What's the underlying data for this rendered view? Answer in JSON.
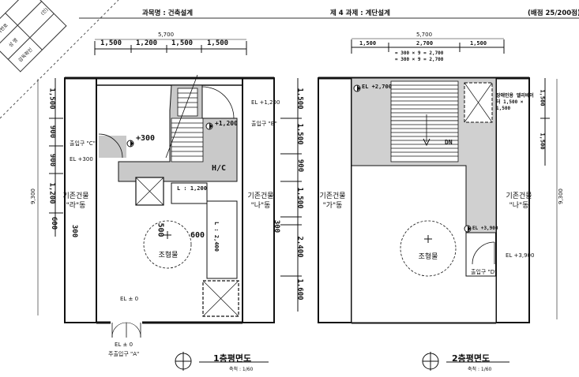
{
  "header": {
    "course": "과목명 : 건축설계",
    "task": "제 4 과제 : 계단설계",
    "points": "(배점 25/200점)"
  },
  "stamp": {
    "exam_no": "응시번호",
    "name": "성 명",
    "check": "감독확인",
    "seal": "(인)"
  },
  "plan1": {
    "title": "1층평면도",
    "scale": "축척 : 1/60",
    "total_width": "5,700",
    "total_height": "9,300",
    "top_dims": [
      "1,500",
      "1,200",
      "1,500",
      "1,500"
    ],
    "right_dims": [
      "1,500",
      "1,500",
      "900",
      "1,500",
      "300",
      "2,400",
      "1,600"
    ],
    "left_dims": [
      "1,500",
      "900",
      "900",
      "1,200",
      "600",
      "300"
    ],
    "el_top": "EL +1,200",
    "exit_b": "출입구 \"B\"",
    "exit_c": "출입구 \"C\"",
    "el_300": "EL +300",
    "el_0": "EL ± 0",
    "el_0_bottom": "EL ± 0",
    "main_exit": "주출입구 \"A\"",
    "left_building_name": "기존건물",
    "left_building_code": "\"라\"동",
    "right_building_name": "기존건물",
    "right_building_code": "\"나\"동",
    "sculpture": "조형물",
    "hand_300": "+300",
    "hand_1200": "+1,200",
    "hand_hc": "H/C",
    "hand_500": "500",
    "hand_600": "600",
    "hand_l1": "L : 1,200",
    "hand_l2": "L : 2,400",
    "hand_left_300": "300"
  },
  "plan2": {
    "title": "2층평면도",
    "scale": "축척 : 1/60",
    "total_width": "5,700",
    "total_height": "9,300",
    "top_dims": [
      "1,500",
      "2,700",
      "1,500"
    ],
    "calc1": "= 300 × 9 = 2,700",
    "calc2": "= 300 × 9 = 2,700",
    "el_2700": "EL +2,700",
    "el_3900_hand": "EL +3,900",
    "el_3900": "EL +3,900",
    "elev_note": "장애인용 엘리베이터 1,500 × 1,500",
    "right_dims": [
      "1,500",
      "1,500"
    ],
    "dn": "DN",
    "left_building_name": "기존건물",
    "left_building_code": "\"가\"동",
    "right_building_name": "기존건물",
    "right_building_code": "\"나\"동",
    "sculpture": "조형물",
    "exit_d": "출입구 \"D\""
  }
}
